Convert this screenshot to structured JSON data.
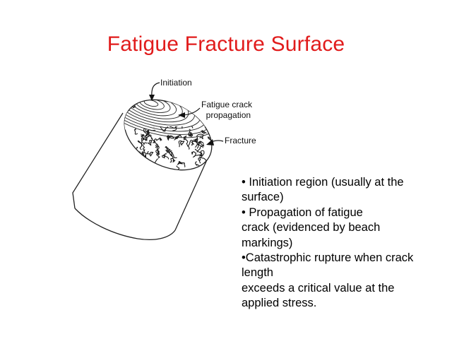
{
  "slide": {
    "title": "Fatigue Fracture  Surface"
  },
  "diagram": {
    "labels": {
      "initiation": "Initiation",
      "propagation": "Fatigue crack\n  propagation",
      "fracture": "Fracture"
    }
  },
  "bullets": [
    "• Initiation region (usually at the",
    "surface)",
    "• Propagation of fatigue",
    "crack (evidenced by beach",
    "markings)",
    "•Catastrophic rupture when crack",
    "length",
    "exceeds a critical value at the",
    "applied stress."
  ]
}
